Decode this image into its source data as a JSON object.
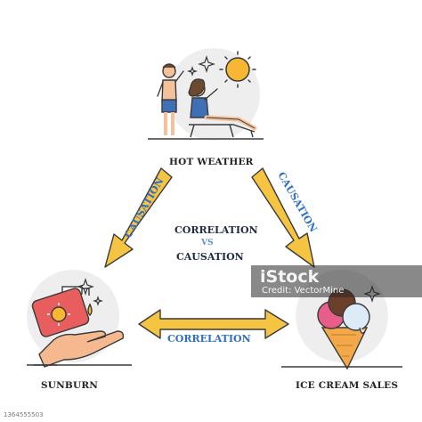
{
  "labels": {
    "hot_weather": "HOT WEATHER",
    "sunburn": "SUNBURN",
    "ice_cream_sales": "ICE CREAM SALES"
  },
  "arrows": {
    "left": "CAUSATION",
    "right": "CAUSATION",
    "bottom": "CORRELATION"
  },
  "center": {
    "line1": "CORRELATION",
    "line2": "VS",
    "line3": "CAUSATION"
  },
  "watermark": {
    "brand": "iStock",
    "credit": "Credit: VectorMine"
  },
  "stock_id": "1364555503",
  "colors": {
    "arrow_fill": "#f6c443",
    "arrow_stroke": "#3a3a3a",
    "arrow_text": "#2f6fc9",
    "sun": "#f7b733",
    "ink": "#222222",
    "icon_bg": "#eeeeee"
  }
}
